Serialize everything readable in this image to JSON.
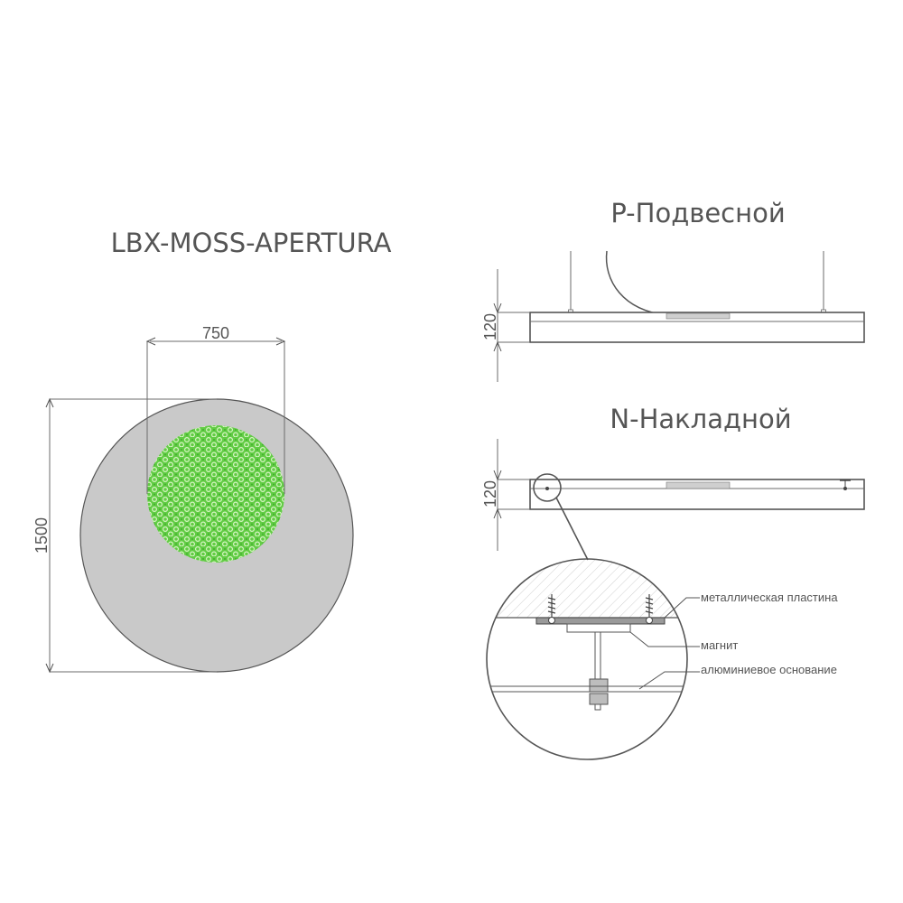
{
  "product": {
    "title": "LBX-MOSS-APERTURA",
    "width_label": "750",
    "height_label": "1500"
  },
  "variants": [
    {
      "title": "P-Подвесной",
      "height_label": "120"
    },
    {
      "title": "N-Накладной",
      "height_label": "120"
    }
  ],
  "detail_callouts": {
    "metal_plate": "металлическая пластина",
    "magnet": "магнит",
    "aluminum_base": "алюминиевое основание"
  },
  "colors": {
    "disc": "#c9c9c9",
    "moss": "#6dd24f",
    "moss_highlight": "#d8f5c4",
    "line": "#555555"
  }
}
